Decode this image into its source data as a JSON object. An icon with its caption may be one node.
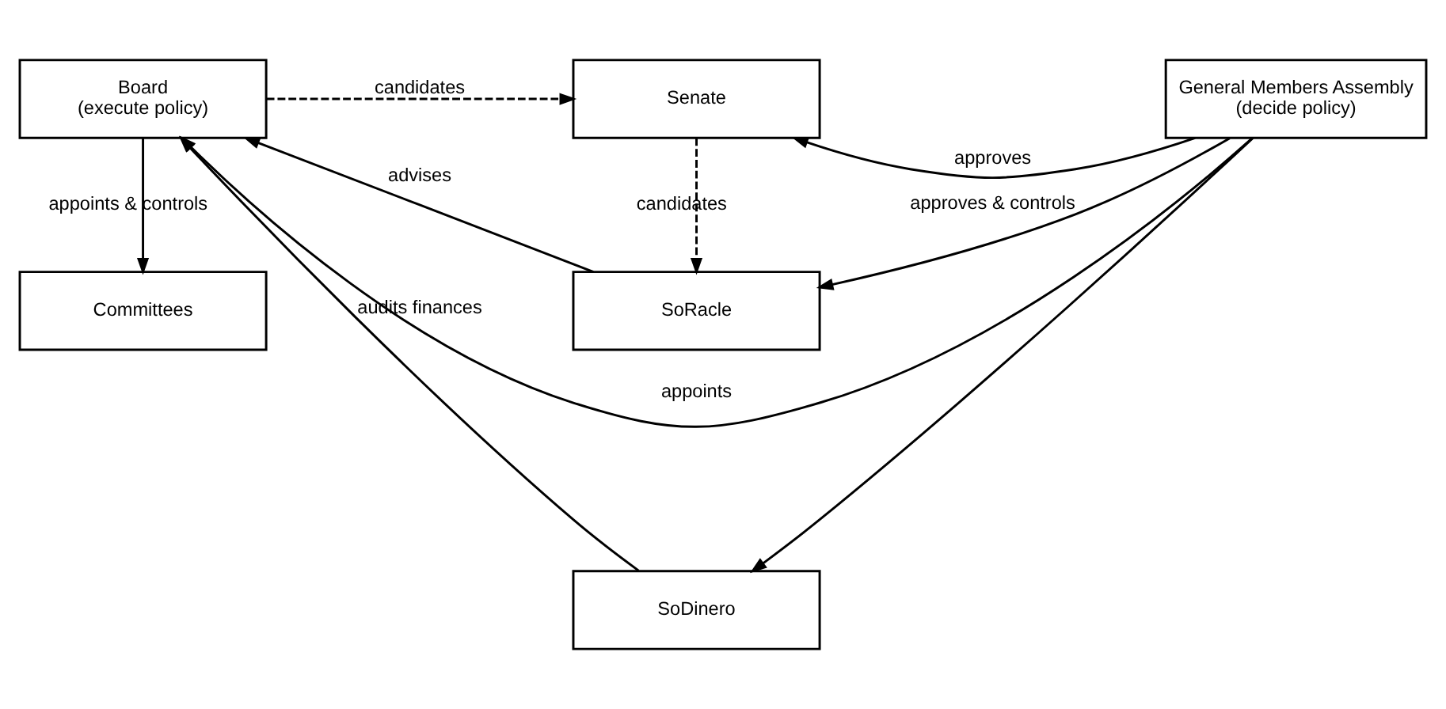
{
  "diagram": {
    "nodes": [
      {
        "text": [
          "Board",
          "(execute policy)"
        ]
      },
      {
        "text": [
          "Senate"
        ]
      },
      {
        "text": [
          "General Members Assembly",
          "(decide policy)"
        ]
      },
      {
        "text": [
          "SoRacle"
        ]
      },
      {
        "text": [
          "SoDinero"
        ]
      },
      {
        "text": [
          "Committees"
        ]
      }
    ],
    "edges": [
      {
        "from": 2,
        "to": 0,
        "arrow": "to",
        "label": "appoints"
      },
      {
        "from": 0,
        "to": 1,
        "arrow": "to",
        "label": "candidates",
        "style": "dashed"
      },
      {
        "from": 2,
        "to": 1,
        "arrow": "to",
        "label": "approves"
      },
      {
        "from": 1,
        "to": 3,
        "arrow": "to",
        "label": "candidates",
        "style": "dashed"
      },
      {
        "from": 3,
        "to": 0,
        "arrow": "to",
        "label": "advises"
      },
      {
        "from": 2,
        "to": 3,
        "arrow": "to",
        "label": "approves & controls"
      },
      {
        "from": 2,
        "to": 4,
        "arrow": "to"
      },
      {
        "from": 4,
        "to": 0,
        "arrow": "to",
        "label": "audits finances"
      },
      {
        "from": 0,
        "to": 5,
        "arrow": "to",
        "label": "appoints & controls"
      }
    ]
  }
}
